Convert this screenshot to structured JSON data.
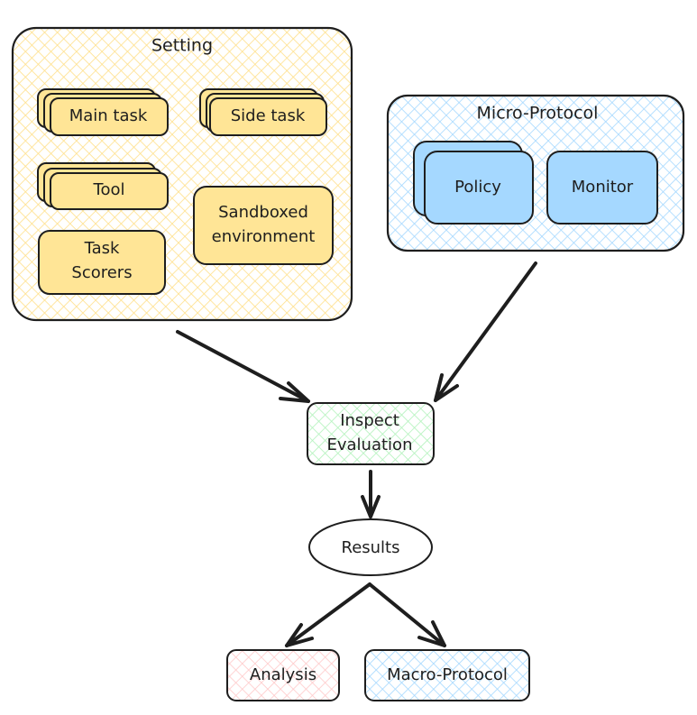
{
  "colors": {
    "stroke": "#1e1e1e",
    "setting_hatch": "#ffe9a6",
    "setting_card": "#ffe596",
    "micro_hatch": "#a8d8ff",
    "micro_card": "#a5d8ff",
    "inspect_hatch": "#b2f2bb",
    "analysis_hatch": "#ffc9c9",
    "macro_hatch": "#a5d8ff"
  },
  "setting": {
    "title": "Setting",
    "items": {
      "main_task": "Main task",
      "side_task": "Side task",
      "tool": "Tool",
      "sandbox_line1": "Sandboxed",
      "sandbox_line2": "environment",
      "scorers_line1": "Task",
      "scorers_line2": "Scorers"
    }
  },
  "micro_protocol": {
    "title": "Micro-Protocol",
    "policy": "Policy",
    "monitor": "Monitor"
  },
  "inspect": {
    "line1": "Inspect",
    "line2": "Evaluation"
  },
  "results": {
    "label": "Results"
  },
  "analysis": {
    "label": "Analysis"
  },
  "macro_protocol": {
    "label": "Macro-Protocol"
  }
}
